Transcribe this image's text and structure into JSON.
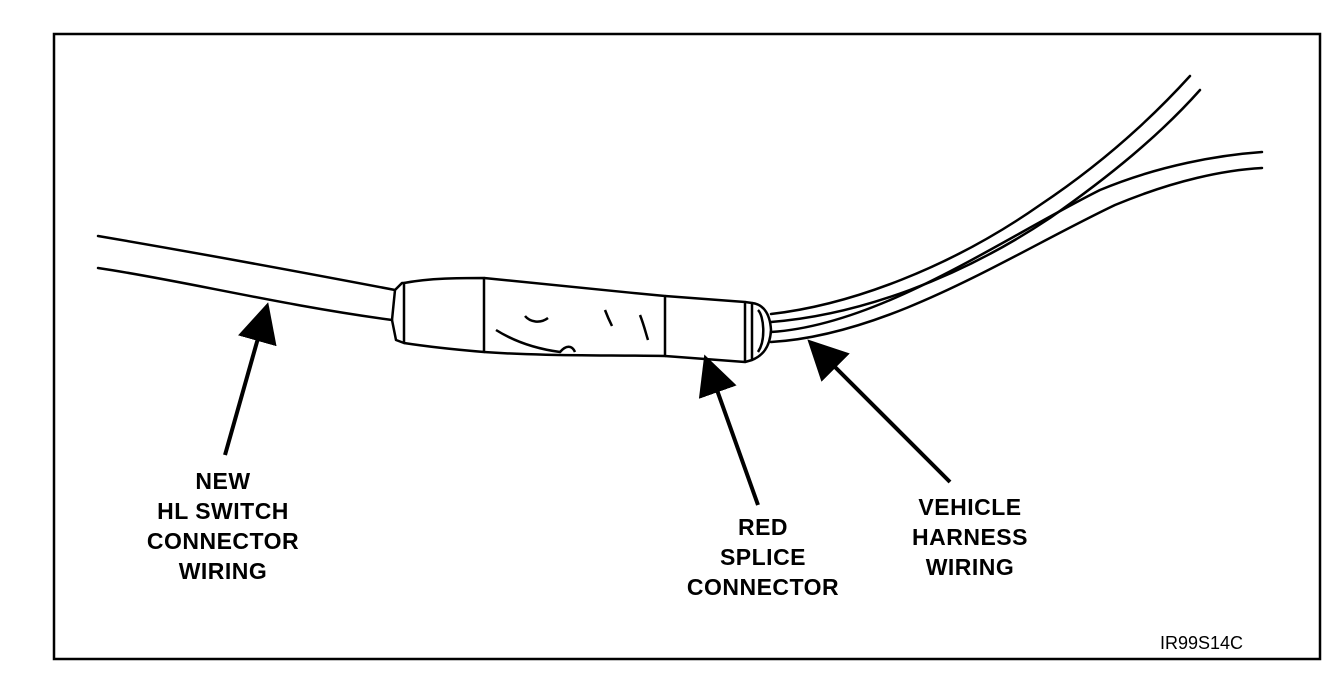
{
  "figure": {
    "labels": {
      "new_hl_switch": [
        "NEW",
        "HL SWITCH",
        "CONNECTOR",
        "WIRING"
      ],
      "red_splice": [
        "RED",
        "SPLICE",
        "CONNECTOR"
      ],
      "vehicle_harness": [
        "VEHICLE",
        "HARNESS",
        "WIRING"
      ]
    },
    "figure_code": "IR99S14C"
  },
  "colors": {
    "ink": "#000000",
    "paper": "#ffffff"
  }
}
